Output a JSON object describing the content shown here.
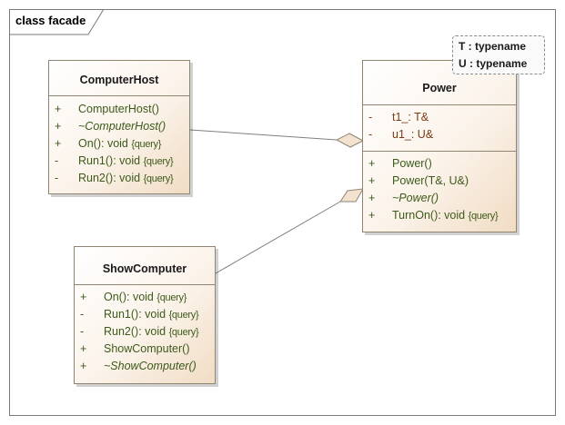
{
  "diagram": {
    "title": "class facade"
  },
  "classes": {
    "computerhost": {
      "name": "ComputerHost",
      "operations": [
        {
          "vis": "+",
          "text": "ComputerHost()"
        },
        {
          "vis": "+",
          "text": "~ComputerHost()"
        },
        {
          "vis": "+",
          "text": "On(): void {query}"
        },
        {
          "vis": "-",
          "text": "Run1(): void {query}"
        },
        {
          "vis": "-",
          "text": "Run2(): void {query}"
        }
      ]
    },
    "power": {
      "name": "Power",
      "template_params": [
        "T : typename",
        "U : typename"
      ],
      "attributes": [
        {
          "vis": "-",
          "text": "t1_: T&"
        },
        {
          "vis": "-",
          "text": "u1_: U&"
        }
      ],
      "operations": [
        {
          "vis": "+",
          "text": "Power()"
        },
        {
          "vis": "+",
          "text": "Power(T&, U&)"
        },
        {
          "vis": "+",
          "text": "~Power()"
        },
        {
          "vis": "+",
          "text": "TurnOn(): void {query}"
        }
      ]
    },
    "showcomputer": {
      "name": "ShowComputer",
      "operations": [
        {
          "vis": "+",
          "text": "On(): void {query}"
        },
        {
          "vis": "-",
          "text": "Run1(): void {query}"
        },
        {
          "vis": "-",
          "text": "Run2(): void {query}"
        },
        {
          "vis": "+",
          "text": "ShowComputer()"
        },
        {
          "vis": "+",
          "text": "~ShowComputer()"
        }
      ]
    }
  },
  "colors": {
    "border": "#8f8570",
    "operation_text": "#3c5a1a",
    "attribute_text": "#7a3a12",
    "link": "#7f7f7f"
  }
}
